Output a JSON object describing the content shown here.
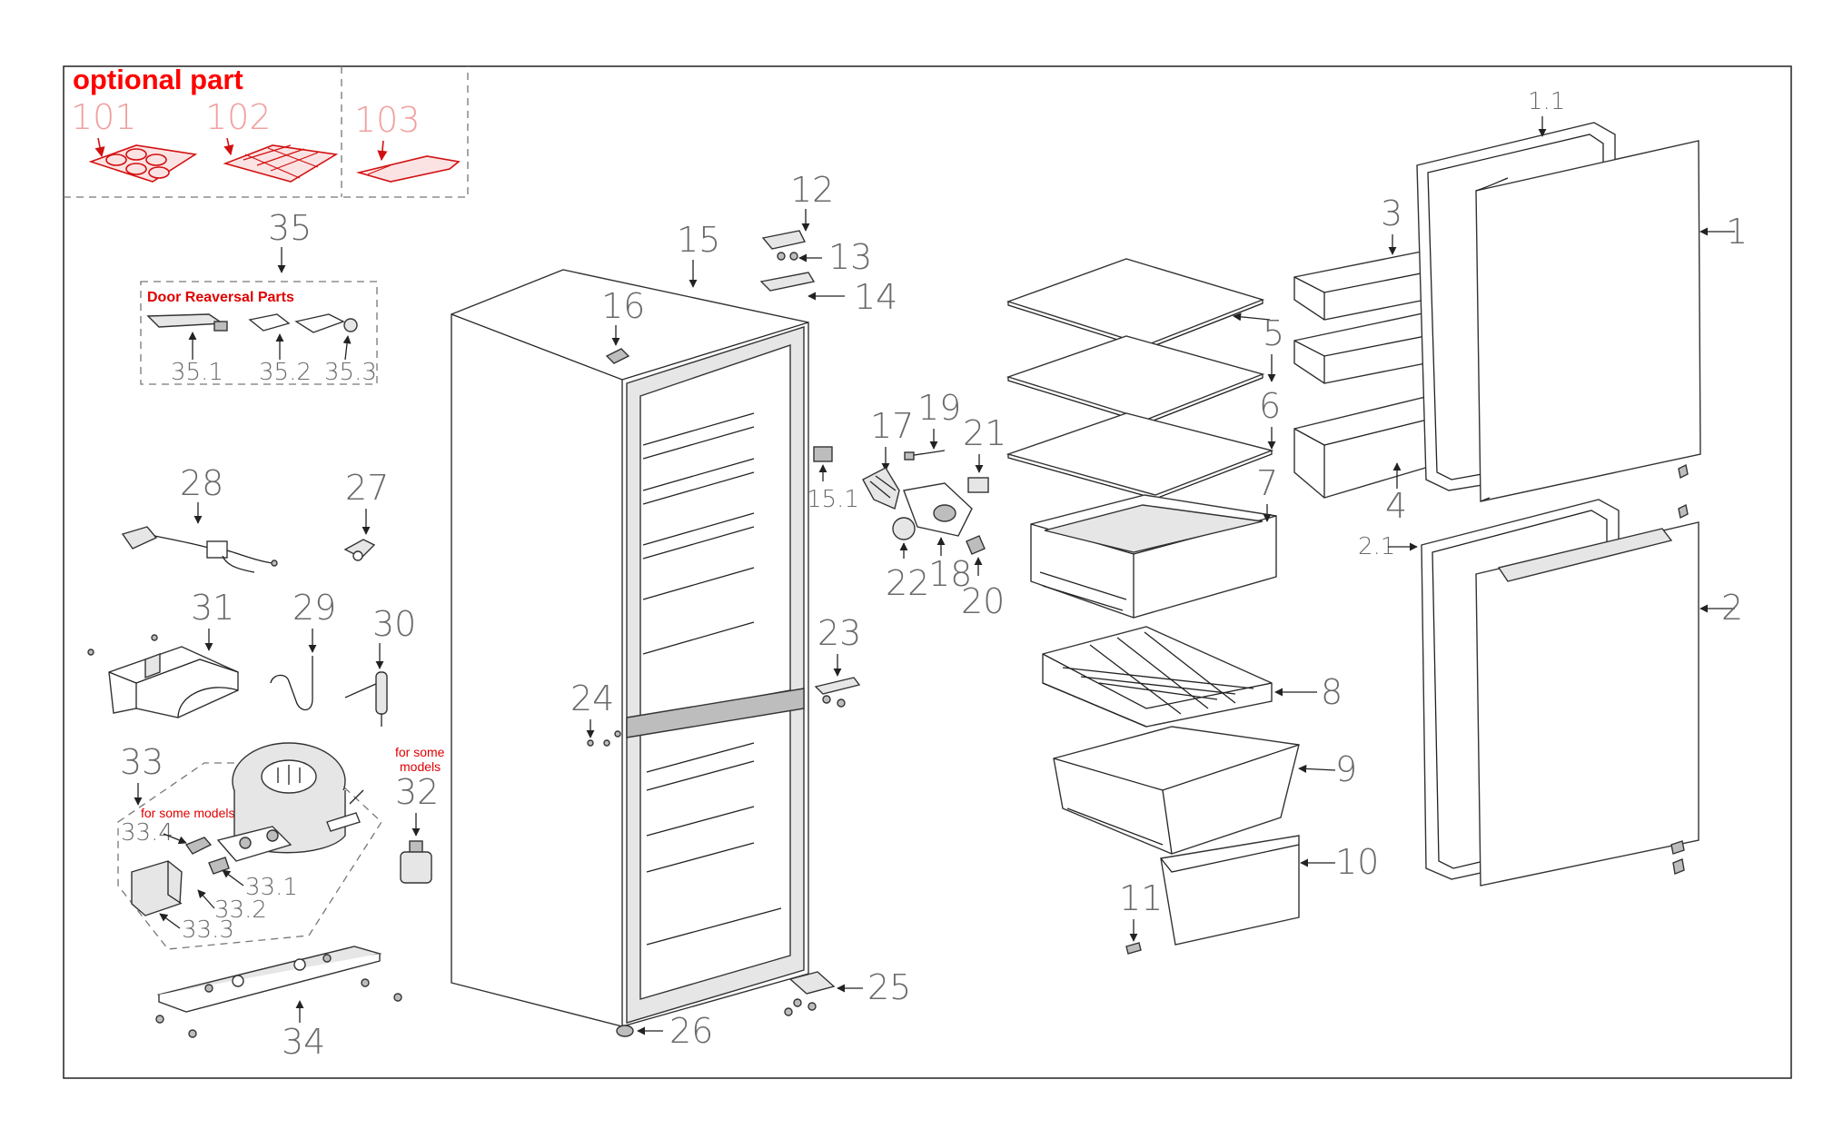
{
  "optional": {
    "title": "optional part",
    "parts": [
      "101",
      "102",
      "103"
    ]
  },
  "door_reversal": {
    "number": "35",
    "title": "Door Reaversal Parts",
    "sub": [
      "35.1",
      "35.2",
      "35.3"
    ]
  },
  "compressor_group": {
    "number": "33",
    "note": "for some models",
    "sub": [
      "33.1",
      "33.2",
      "33.3",
      "33.4"
    ]
  },
  "optional_note": {
    "line1": "for some",
    "line2": "models",
    "number": "32"
  },
  "labels": {
    "p1": "1",
    "p1_1": "1.1",
    "p2": "2",
    "p2_1": "2.1",
    "p3": "3",
    "p4": "4",
    "p5": "5",
    "p6": "6",
    "p7": "7",
    "p8": "8",
    "p9": "9",
    "p10": "10",
    "p11": "11",
    "p12": "12",
    "p13": "13",
    "p14": "14",
    "p15": "15",
    "p15_1": "15.1",
    "p16": "16",
    "p17": "17",
    "p18": "18",
    "p19": "19",
    "p20": "20",
    "p21": "21",
    "p22": "22",
    "p23": "23",
    "p24": "24",
    "p25": "25",
    "p26": "26",
    "p27": "27",
    "p28": "28",
    "p29": "29",
    "p30": "30",
    "p31": "31",
    "p34": "34"
  }
}
